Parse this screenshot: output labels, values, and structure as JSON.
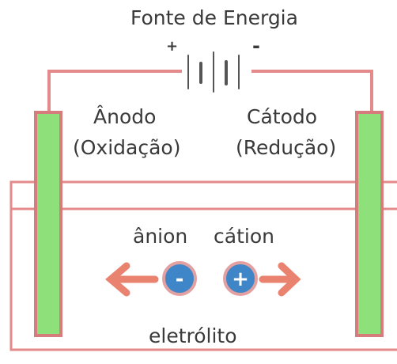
{
  "title": "Fonte de Energia",
  "battery": {
    "positive_sign": "+",
    "negative_sign": "-"
  },
  "anode": {
    "name": "Ânodo",
    "process": "(Oxidação)"
  },
  "cathode": {
    "name": "Cátodo",
    "process": "(Redução)"
  },
  "anion": {
    "label": "ânion",
    "symbol": "-"
  },
  "cation": {
    "label": "cátion",
    "symbol": "+"
  },
  "electrolyte_label": "eletrólito",
  "colors": {
    "wire": "#e58a8a",
    "electrode_fill": "#8ee07a",
    "electrode_border": "#d77c7c",
    "ion_fill": "#3f86c8",
    "ion_ring": "#e2a0a0",
    "arrow": "#e9826e",
    "text": "#3a3a3a"
  }
}
